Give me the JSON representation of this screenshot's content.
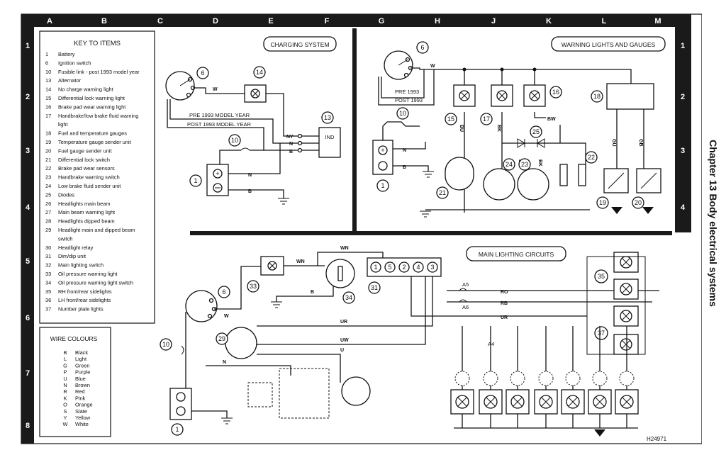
{
  "grid": {
    "columns": [
      "A",
      "B",
      "C",
      "D",
      "E",
      "F",
      "G",
      "H",
      "J",
      "K",
      "L",
      "M"
    ],
    "rows": [
      "1",
      "2",
      "3",
      "4",
      "5",
      "6",
      "7",
      "8"
    ]
  },
  "chapter_title": "Chapter 13 Body electrical systems",
  "drawing_ref": "H24971",
  "panels": {
    "charging": "CHARGING SYSTEM",
    "warning": "WARNING LIGHTS AND GAUGES",
    "lighting": "MAIN LIGHTING CIRCUITS"
  },
  "key": {
    "title": "KEY TO ITEMS",
    "items": [
      {
        "n": "1",
        "t": "Battery"
      },
      {
        "n": "6",
        "t": "Ignition switch"
      },
      {
        "n": "10",
        "t": "Fusible link - post 1993 model year"
      },
      {
        "n": "13",
        "t": "Alternator"
      },
      {
        "n": "14",
        "t": "No charge warning light"
      },
      {
        "n": "15",
        "t": "Differential lock warning light"
      },
      {
        "n": "16",
        "t": "Brake pad wear warning light"
      },
      {
        "n": "17",
        "t": "Handbrake/low brake fluid warning"
      },
      {
        "n": "",
        "t": "light"
      },
      {
        "n": "18",
        "t": "Fuel and temperature gauges"
      },
      {
        "n": "19",
        "t": "Temperature gauge sender unit"
      },
      {
        "n": "20",
        "t": "Fuel gauge sender unit"
      },
      {
        "n": "21",
        "t": "Differential lock switch"
      },
      {
        "n": "22",
        "t": "Brake pad wear sensors"
      },
      {
        "n": "23",
        "t": "Handbrake warning switch"
      },
      {
        "n": "24",
        "t": "Low brake fluid sender unit"
      },
      {
        "n": "25",
        "t": "Diodes"
      },
      {
        "n": "26",
        "t": "Headlights main beam"
      },
      {
        "n": "27",
        "t": "Main beam warning light"
      },
      {
        "n": "28",
        "t": "Headlights dipped beam"
      },
      {
        "n": "29",
        "t": "Headlight main and dipped beam"
      },
      {
        "n": "",
        "t": "switch"
      },
      {
        "n": "30",
        "t": "Headlight relay"
      },
      {
        "n": "31",
        "t": "Dim/dip unit"
      },
      {
        "n": "32",
        "t": "Main lighting switch"
      },
      {
        "n": "33",
        "t": "Oil pressure warning light"
      },
      {
        "n": "34",
        "t": "Oil pressure warning light switch"
      },
      {
        "n": "35",
        "t": "RH front/rear sidelights"
      },
      {
        "n": "36",
        "t": "LH front/rear sidelights"
      },
      {
        "n": "37",
        "t": "Number plate lights"
      }
    ]
  },
  "wire_colours": {
    "title": "WIRE COLOURS",
    "items": [
      {
        "c": "B",
        "t": "Black"
      },
      {
        "c": "L",
        "t": "Light"
      },
      {
        "c": "G",
        "t": "Green"
      },
      {
        "c": "P",
        "t": "Purple"
      },
      {
        "c": "U",
        "t": "Blue"
      },
      {
        "c": "N",
        "t": "Brown"
      },
      {
        "c": "R",
        "t": "Red"
      },
      {
        "c": "K",
        "t": "Pink"
      },
      {
        "c": "O",
        "t": "Orange"
      },
      {
        "c": "S",
        "t": "Slate"
      },
      {
        "c": "Y",
        "t": "Yellow"
      },
      {
        "c": "W",
        "t": "White"
      }
    ]
  },
  "charging": {
    "pre": "PRE 1993 MODEL YEAR",
    "post": "POST 1993 MODEL YEAR",
    "alt": "IND",
    "wires": {
      "w": "W",
      "ny": "NY",
      "n": "N",
      "b": "B",
      "n2": "N",
      "b2": "B"
    },
    "nums": {
      "ign": "6",
      "lamp": "14",
      "alt": "13",
      "fuse": "10",
      "bat": "1"
    }
  },
  "warning": {
    "pre": "PRE 1993",
    "post": "POST 1993",
    "wires": {
      "w": "W",
      "n": "N",
      "b": "B",
      "bu": "BU",
      "bk1": "BK",
      "bw": "BW",
      "bk2": "BK",
      "bk3": "BK",
      "gu": "GU",
      "gb": "GB"
    },
    "nums": {
      "ign": "6",
      "fuse": "10",
      "bat": "1",
      "l15": "15",
      "l17": "17",
      "l16": "16",
      "gauges": "18",
      "diode": "25",
      "sw21": "21",
      "s24": "24",
      "s23": "23",
      "s22": "22",
      "s19": "19",
      "s20": "20"
    }
  },
  "lighting": {
    "wires": {
      "wn_top": "WN",
      "wn": "WN",
      "w": "W",
      "b": "B",
      "ro": "RO",
      "rb": "RB",
      "ur": "UR",
      "ur2": "UR",
      "uw": "UW",
      "u": "U",
      "n": "N"
    },
    "fuses": {
      "a5": "A5",
      "a6": "A6",
      "a4": "A4"
    },
    "nums": {
      "ign": "6",
      "s33": "33",
      "s34": "34",
      "s31": "31",
      "s29": "29",
      "fuse": "10",
      "s35": "35",
      "s37": "37",
      "bat": "1"
    },
    "dimdip": [
      "1",
      "5",
      "2",
      "4",
      "3"
    ]
  }
}
